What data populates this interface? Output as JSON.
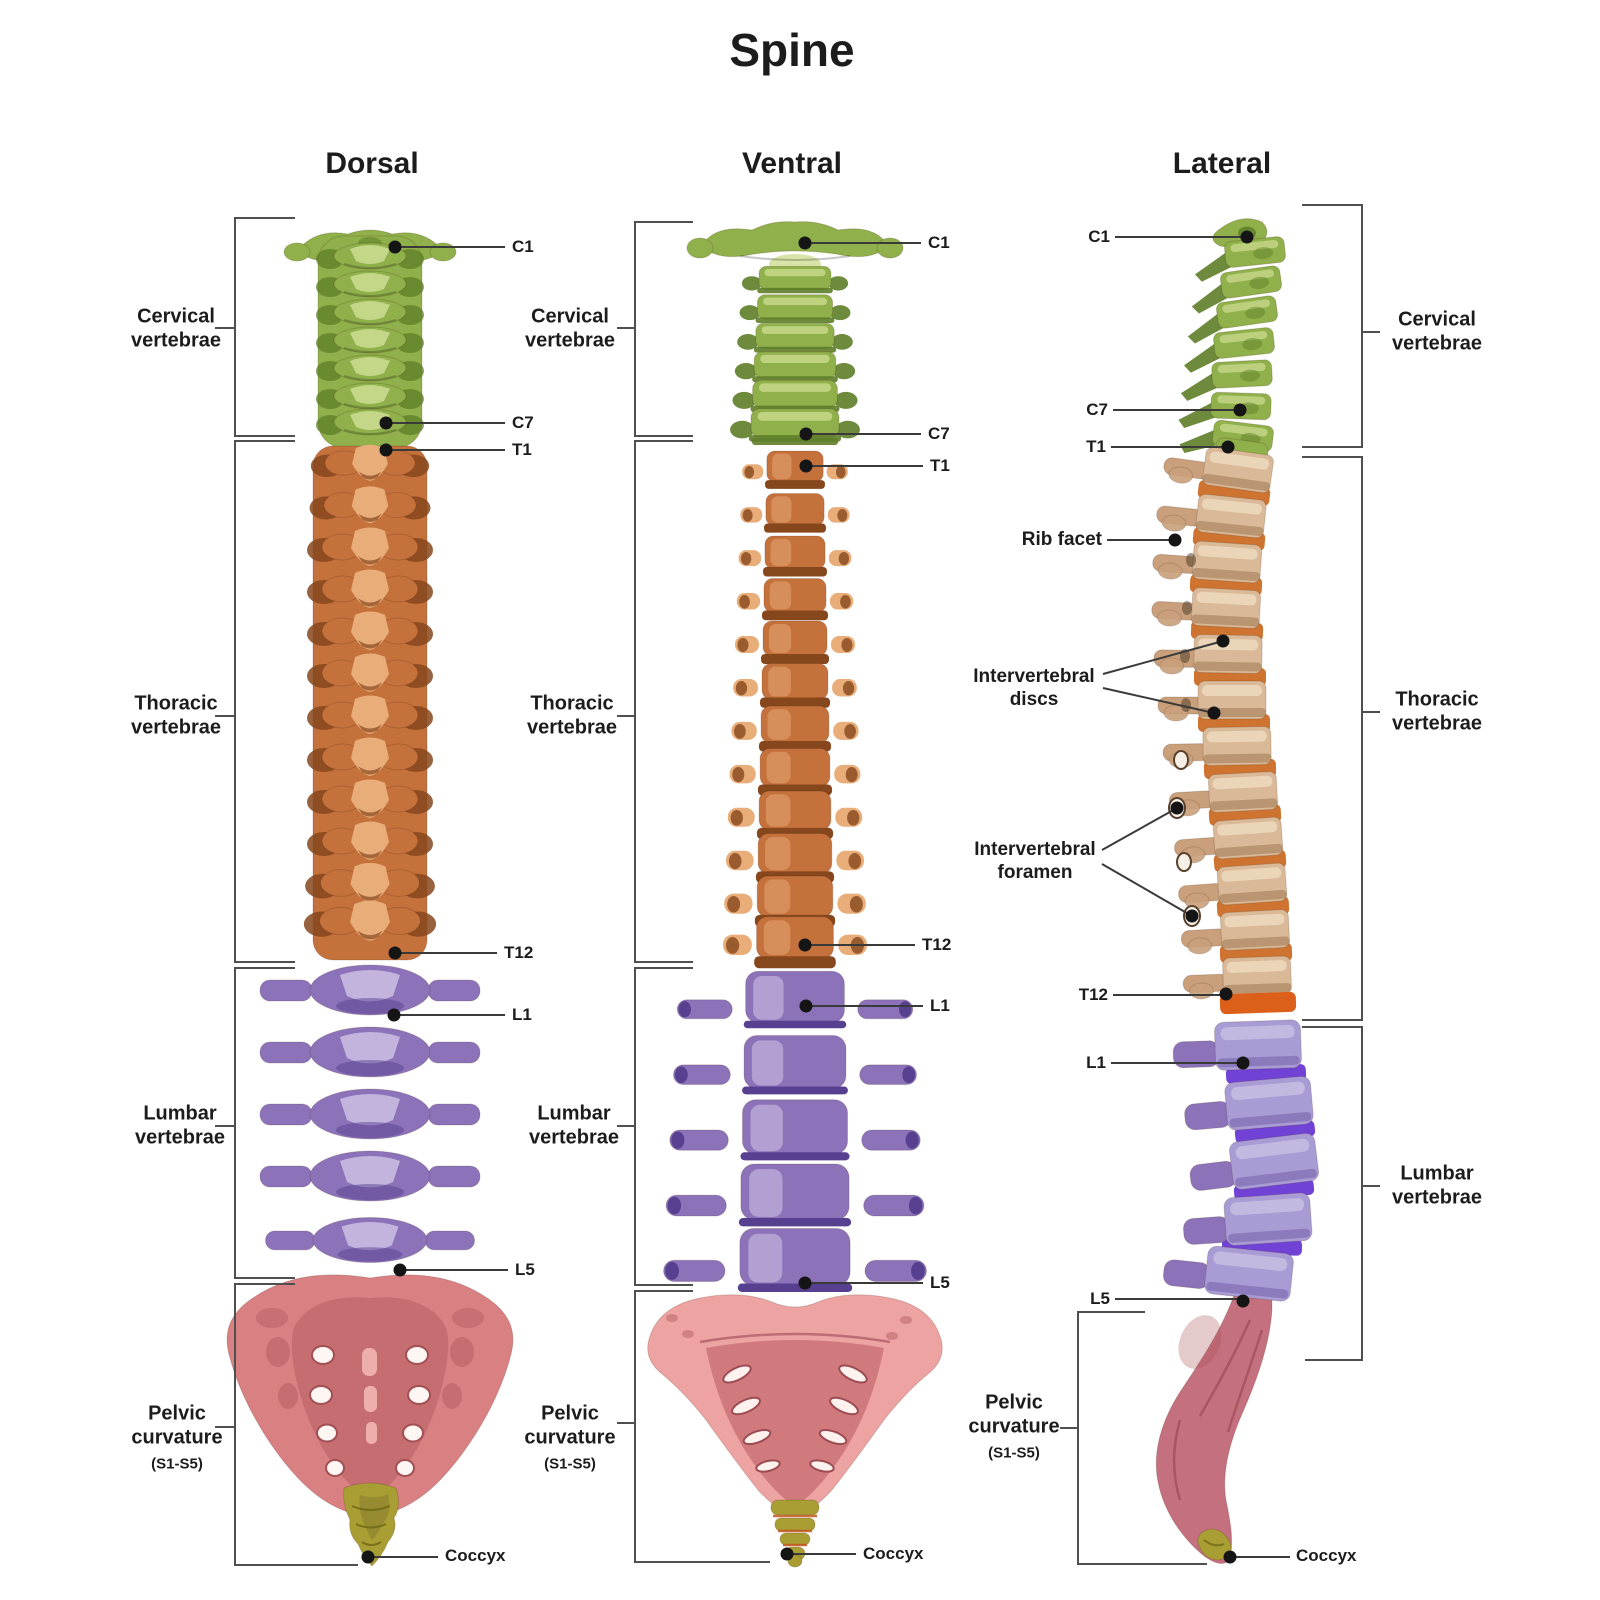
{
  "title": "Spine",
  "colors": {
    "background": "#ffffff",
    "cervical": "#8fb04a",
    "cervical_light": "#cedd92",
    "cervical_dark": "#5d7d28",
    "thoracic": "#c5713c",
    "thoracic_light": "#e8ad79",
    "thoracic_dark": "#86471d",
    "thoracic_tan": "#c9a07b",
    "tan_body": "#d9b997",
    "tan_light": "#efdcc0",
    "tan_dark": "#8d5f3c",
    "disc_orange": "#cf7430",
    "disc_orange_bright": "#dc5f1a",
    "lumbar": "#8c73b9",
    "lumbar_light": "#cfc4e6",
    "lumbar_dark": "#57408f",
    "lumbar_lavender": "#a99bd4",
    "disc_violet": "#7142d6",
    "sacrum": "#d98083",
    "sacrum_dark": "#a84f55",
    "sacrum_light": "#f2b6b2",
    "sacrum_pale": "#eca3a2",
    "sacrum_inner": "#c96f74",
    "sacrum_lateral": "#c4707f",
    "coccyx": "#a89e33",
    "coccyx_dark": "#6e6514",
    "coccyx_seam": "#c2571f",
    "line": "#3a3a3a",
    "bracket": "#4f4f4f",
    "dot": "#151515",
    "text": "#1c1c1c"
  },
  "dorsal": {
    "header": "Dorsal",
    "region_cervical": "Cervical vertebrae",
    "region_thoracic": "Thoracic vertebrae",
    "region_lumbar": "Lumbar vertebrae",
    "region_pelvic": "Pelvic curvature",
    "region_pelvic_sub": "(S1-S5)",
    "c1": "C1",
    "c7": "C7",
    "t1": "T1",
    "t12": "T12",
    "l1": "L1",
    "l5": "L5",
    "coccyx": "Coccyx"
  },
  "ventral": {
    "header": "Ventral",
    "region_cervical": "Cervical vertebrae",
    "region_thoracic": "Thoracic vertebrae",
    "region_lumbar": "Lumbar vertebrae",
    "region_pelvic": "Pelvic curvature",
    "region_pelvic_sub": "(S1-S5)",
    "c1": "C1",
    "c7": "C7",
    "t1": "T1",
    "t12": "T12",
    "l1": "L1",
    "l5": "L5",
    "coccyx": "Coccyx"
  },
  "lateral": {
    "header": "Lateral",
    "c1": "C1",
    "c7": "C7",
    "t1": "T1",
    "rib_facet": "Rib facet",
    "iv_discs": "Intervertebral discs",
    "iv_foramen": "Intervertebral foramen",
    "t12": "T12",
    "l1": "L1",
    "l5": "L5",
    "region_cervical": "Cervical vertebrae",
    "region_thoracic": "Thoracic vertebrae",
    "region_lumbar": "Lumbar vertebrae",
    "region_pelvic": "Pelvic curvature",
    "region_pelvic_sub": "(S1-S5)",
    "coccyx": "Coccyx"
  }
}
